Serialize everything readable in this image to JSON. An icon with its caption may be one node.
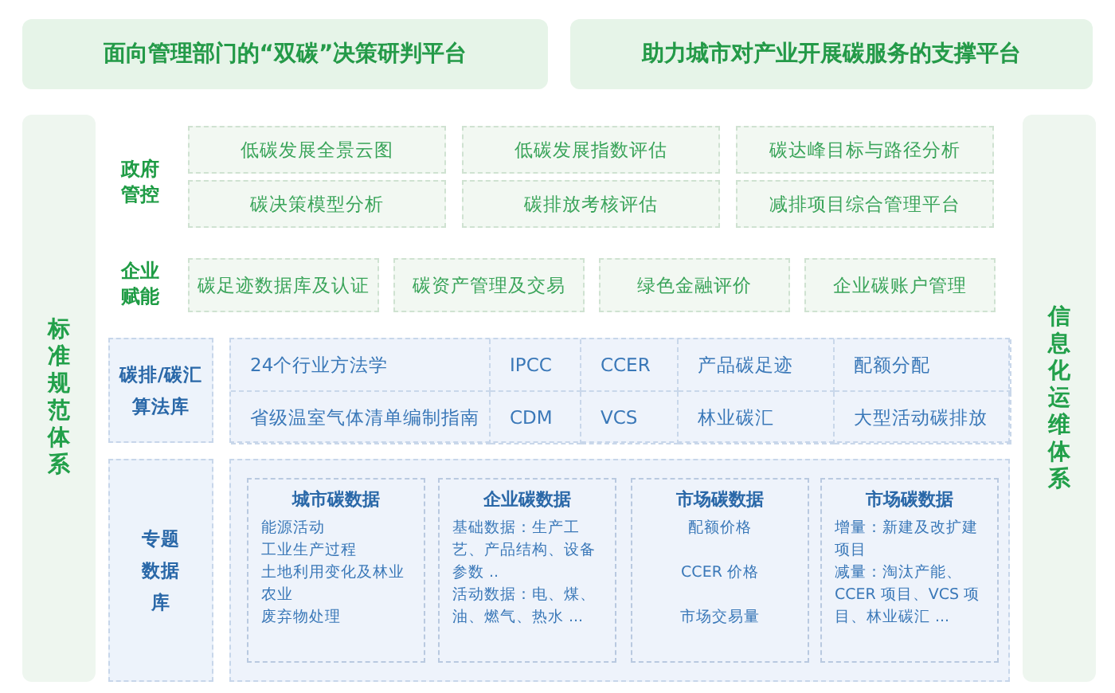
{
  "diagram": {
    "nodes": [
      {
        "text": [
          "面向管理部门的“双碳”决策研判平台"
        ]
      },
      {
        "text": [
          "助力城市对产业开展碳服务的支撑平台"
        ]
      },
      {
        "text": [
          "标准规范体系"
        ]
      },
      {
        "text": [
          "信息化运维体系"
        ]
      },
      {
        "text": [
          "政府管控",
          "企业赋能"
        ]
      },
      {
        "text": [
          "低碳发展全景云图"
        ],
        "in": 4
      },
      {
        "text": [
          "低碳发展指数评估"
        ],
        "in": 4
      },
      {
        "text": [
          "碳达峰目标与路径分析"
        ],
        "in": 4
      },
      {
        "text": [
          "碳决策模型分析"
        ],
        "in": 4
      },
      {
        "text": [
          "碳排放考核评估"
        ],
        "in": 4
      },
      {
        "text": [
          "减排项目综合管理平台"
        ],
        "in": 4
      },
      {
        "text": [
          "碳足迹数据库及认证"
        ],
        "in": 4
      },
      {
        "text": [
          "碳资产管理及交易"
        ],
        "in": 4
      },
      {
        "text": [
          "绿色金融评价"
        ],
        "in": 4
      },
      {
        "text": [
          "企业碳账户管理"
        ],
        "in": 4
      },
      {
        "text": [
          "碳排/碳汇算法库"
        ]
      },
      {
        "text": [],
        "shape": "box"
      },
      {
        "text": [
          "24个行业方法学"
        ],
        "in": 16
      },
      {
        "text": [
          "IPCC"
        ],
        "in": 16
      },
      {
        "text": [
          "CCER"
        ],
        "in": 16
      },
      {
        "text": [
          "产品碳足迹"
        ],
        "in": 16
      },
      {
        "text": [
          "配额分配"
        ],
        "in": 16
      },
      {
        "text": [
          "省级温室气体清单编制指南"
        ],
        "in": 16
      },
      {
        "text": [
          "CDM"
        ],
        "in": 16
      },
      {
        "text": [
          "VCS"
        ],
        "in": 16
      },
      {
        "text": [
          "林业碳汇"
        ],
        "in": 16
      },
      {
        "text": [
          "大型活动碳排放"
        ],
        "in": 16
      },
      {
        "text": [
          "专题数据库"
        ]
      },
      {
        "text": [],
        "shape": "box"
      },
      {
        "text": [
          "城市碳数据",
          "能源活动",
          "工业生产过程",
          "土地利用变化及林业农业",
          "废弃物处理"
        ],
        "in": 28
      },
      {
        "text": [
          "企业碳数据",
          "基础数据：生产工艺、产品结构、设备参数 ..",
          "活动数据：电、煤、油、燃气、热水 ..."
        ],
        "in": 28
      },
      {
        "text": [
          "市场碳数据",
          "配额价格",
          "CCER 价格",
          "市场交易量"
        ],
        "in": 28
      },
      {
        "text": [
          "市场碳数据",
          "增量：新建及改扩建项目",
          "减量：淘汰产能、CCER 项目、VCS 项目、林业碳汇 ..."
        ],
        "in": 28
      }
    ]
  }
}
